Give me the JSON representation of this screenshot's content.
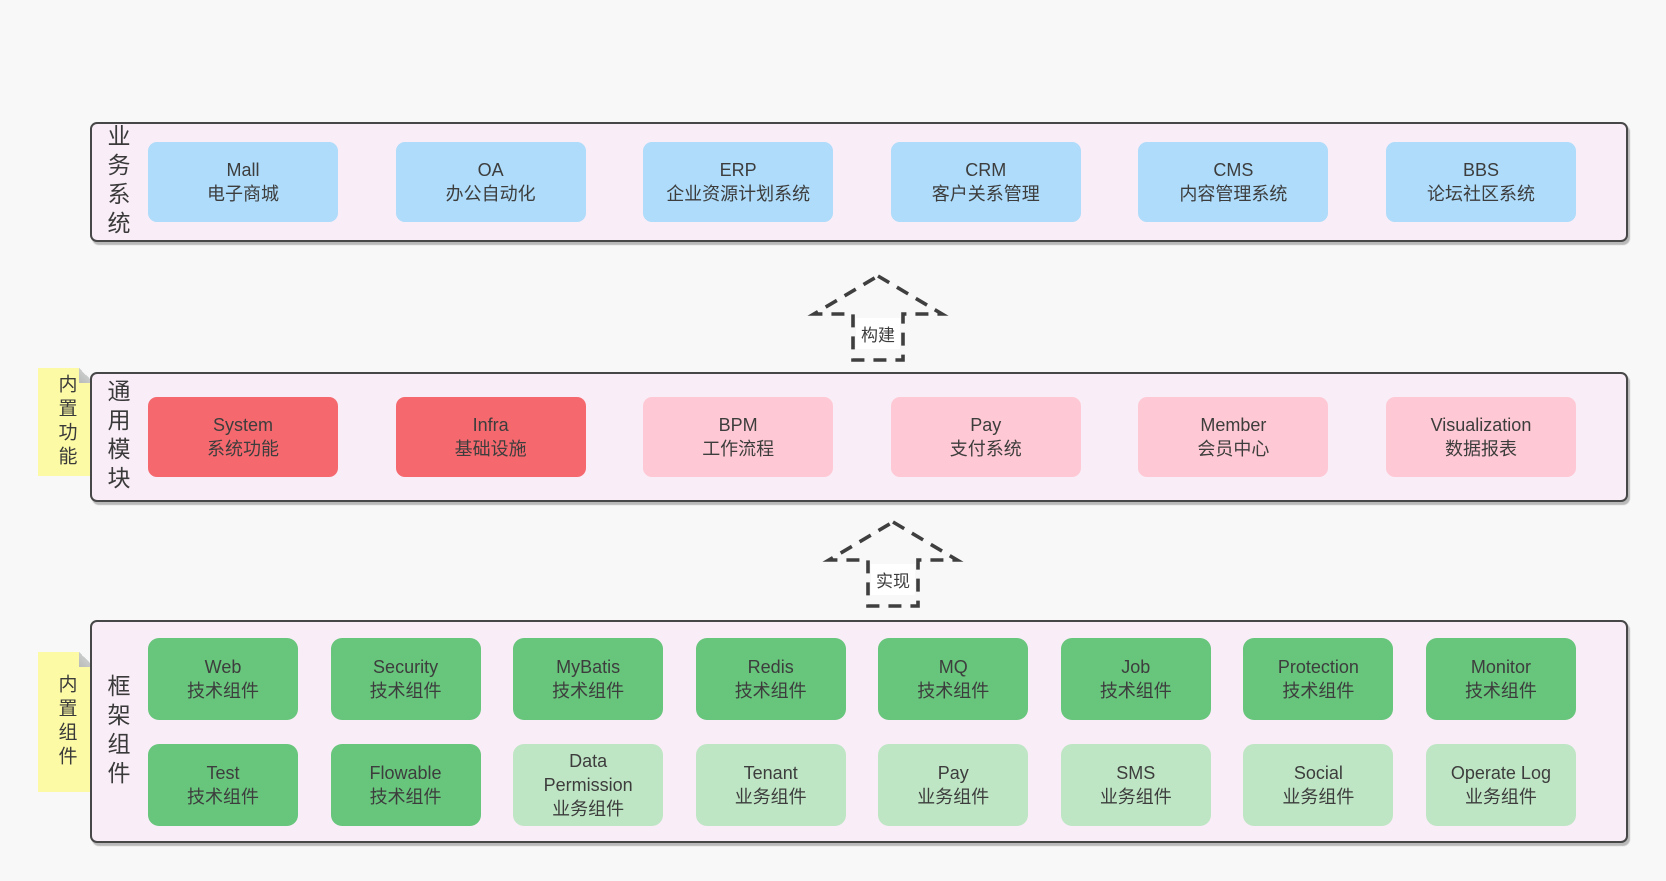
{
  "colors": {
    "page_bg": "#f8f8f8",
    "panel_bg": "#f9edf7",
    "panel_border": "#474747",
    "box_blue": "#aedcfa",
    "box_red": "#f5696e",
    "box_pink": "#fec9d4",
    "box_green": "#67c57c",
    "box_light_green": "#bfe6c4",
    "sticky_bg": "#fcfaa5",
    "sticky_fold": "#c9cbca",
    "text": "#3d3d3d"
  },
  "layers": {
    "business": {
      "label": "业务系统",
      "boxes": [
        {
          "name": "Mall",
          "subtitle": "电子商城",
          "color": "blue"
        },
        {
          "name": "OA",
          "subtitle": "办公自动化",
          "color": "blue"
        },
        {
          "name": "ERP",
          "subtitle": "企业资源计划系统",
          "color": "blue"
        },
        {
          "name": "CRM",
          "subtitle": "客户关系管理",
          "color": "blue"
        },
        {
          "name": "CMS",
          "subtitle": "内容管理系统",
          "color": "blue"
        },
        {
          "name": "BBS",
          "subtitle": "论坛社区系统",
          "color": "blue"
        }
      ]
    },
    "modules": {
      "label": "通用模块",
      "sticky": "内置功能",
      "boxes": [
        {
          "name": "System",
          "subtitle": "系统功能",
          "color": "red"
        },
        {
          "name": "Infra",
          "subtitle": "基础设施",
          "color": "red"
        },
        {
          "name": "BPM",
          "subtitle": "工作流程",
          "color": "pink"
        },
        {
          "name": "Pay",
          "subtitle": "支付系统",
          "color": "pink"
        },
        {
          "name": "Member",
          "subtitle": "会员中心",
          "color": "pink"
        },
        {
          "name": "Visualization",
          "subtitle": "数据报表",
          "color": "pink"
        }
      ]
    },
    "framework": {
      "label": "框架组件",
      "sticky": "内置组件",
      "row1": [
        {
          "name": "Web",
          "subtitle": "技术组件",
          "color": "green"
        },
        {
          "name": "Security",
          "subtitle": "技术组件",
          "color": "green"
        },
        {
          "name": "MyBatis",
          "subtitle": "技术组件",
          "color": "green"
        },
        {
          "name": "Redis",
          "subtitle": "技术组件",
          "color": "green"
        },
        {
          "name": "MQ",
          "subtitle": "技术组件",
          "color": "green"
        },
        {
          "name": "Job",
          "subtitle": "技术组件",
          "color": "green"
        },
        {
          "name": "Protection",
          "subtitle": "技术组件",
          "color": "green"
        },
        {
          "name": "Monitor",
          "subtitle": "技术组件",
          "color": "green"
        }
      ],
      "row2": [
        {
          "name": "Test",
          "subtitle": "技术组件",
          "color": "green"
        },
        {
          "name": "Flowable",
          "subtitle": "技术组件",
          "color": "green"
        },
        {
          "name": "Data Permission",
          "subtitle": "业务组件",
          "color": "light-green"
        },
        {
          "name": "Tenant",
          "subtitle": "业务组件",
          "color": "light-green"
        },
        {
          "name": "Pay",
          "subtitle": "业务组件",
          "color": "light-green"
        },
        {
          "name": "SMS",
          "subtitle": "业务组件",
          "color": "light-green"
        },
        {
          "name": "Social",
          "subtitle": "业务组件",
          "color": "light-green"
        },
        {
          "name": "Operate Log",
          "subtitle": "业务组件",
          "color": "light-green"
        }
      ]
    }
  },
  "arrows": [
    {
      "label": "构建"
    },
    {
      "label": "实现"
    }
  ]
}
